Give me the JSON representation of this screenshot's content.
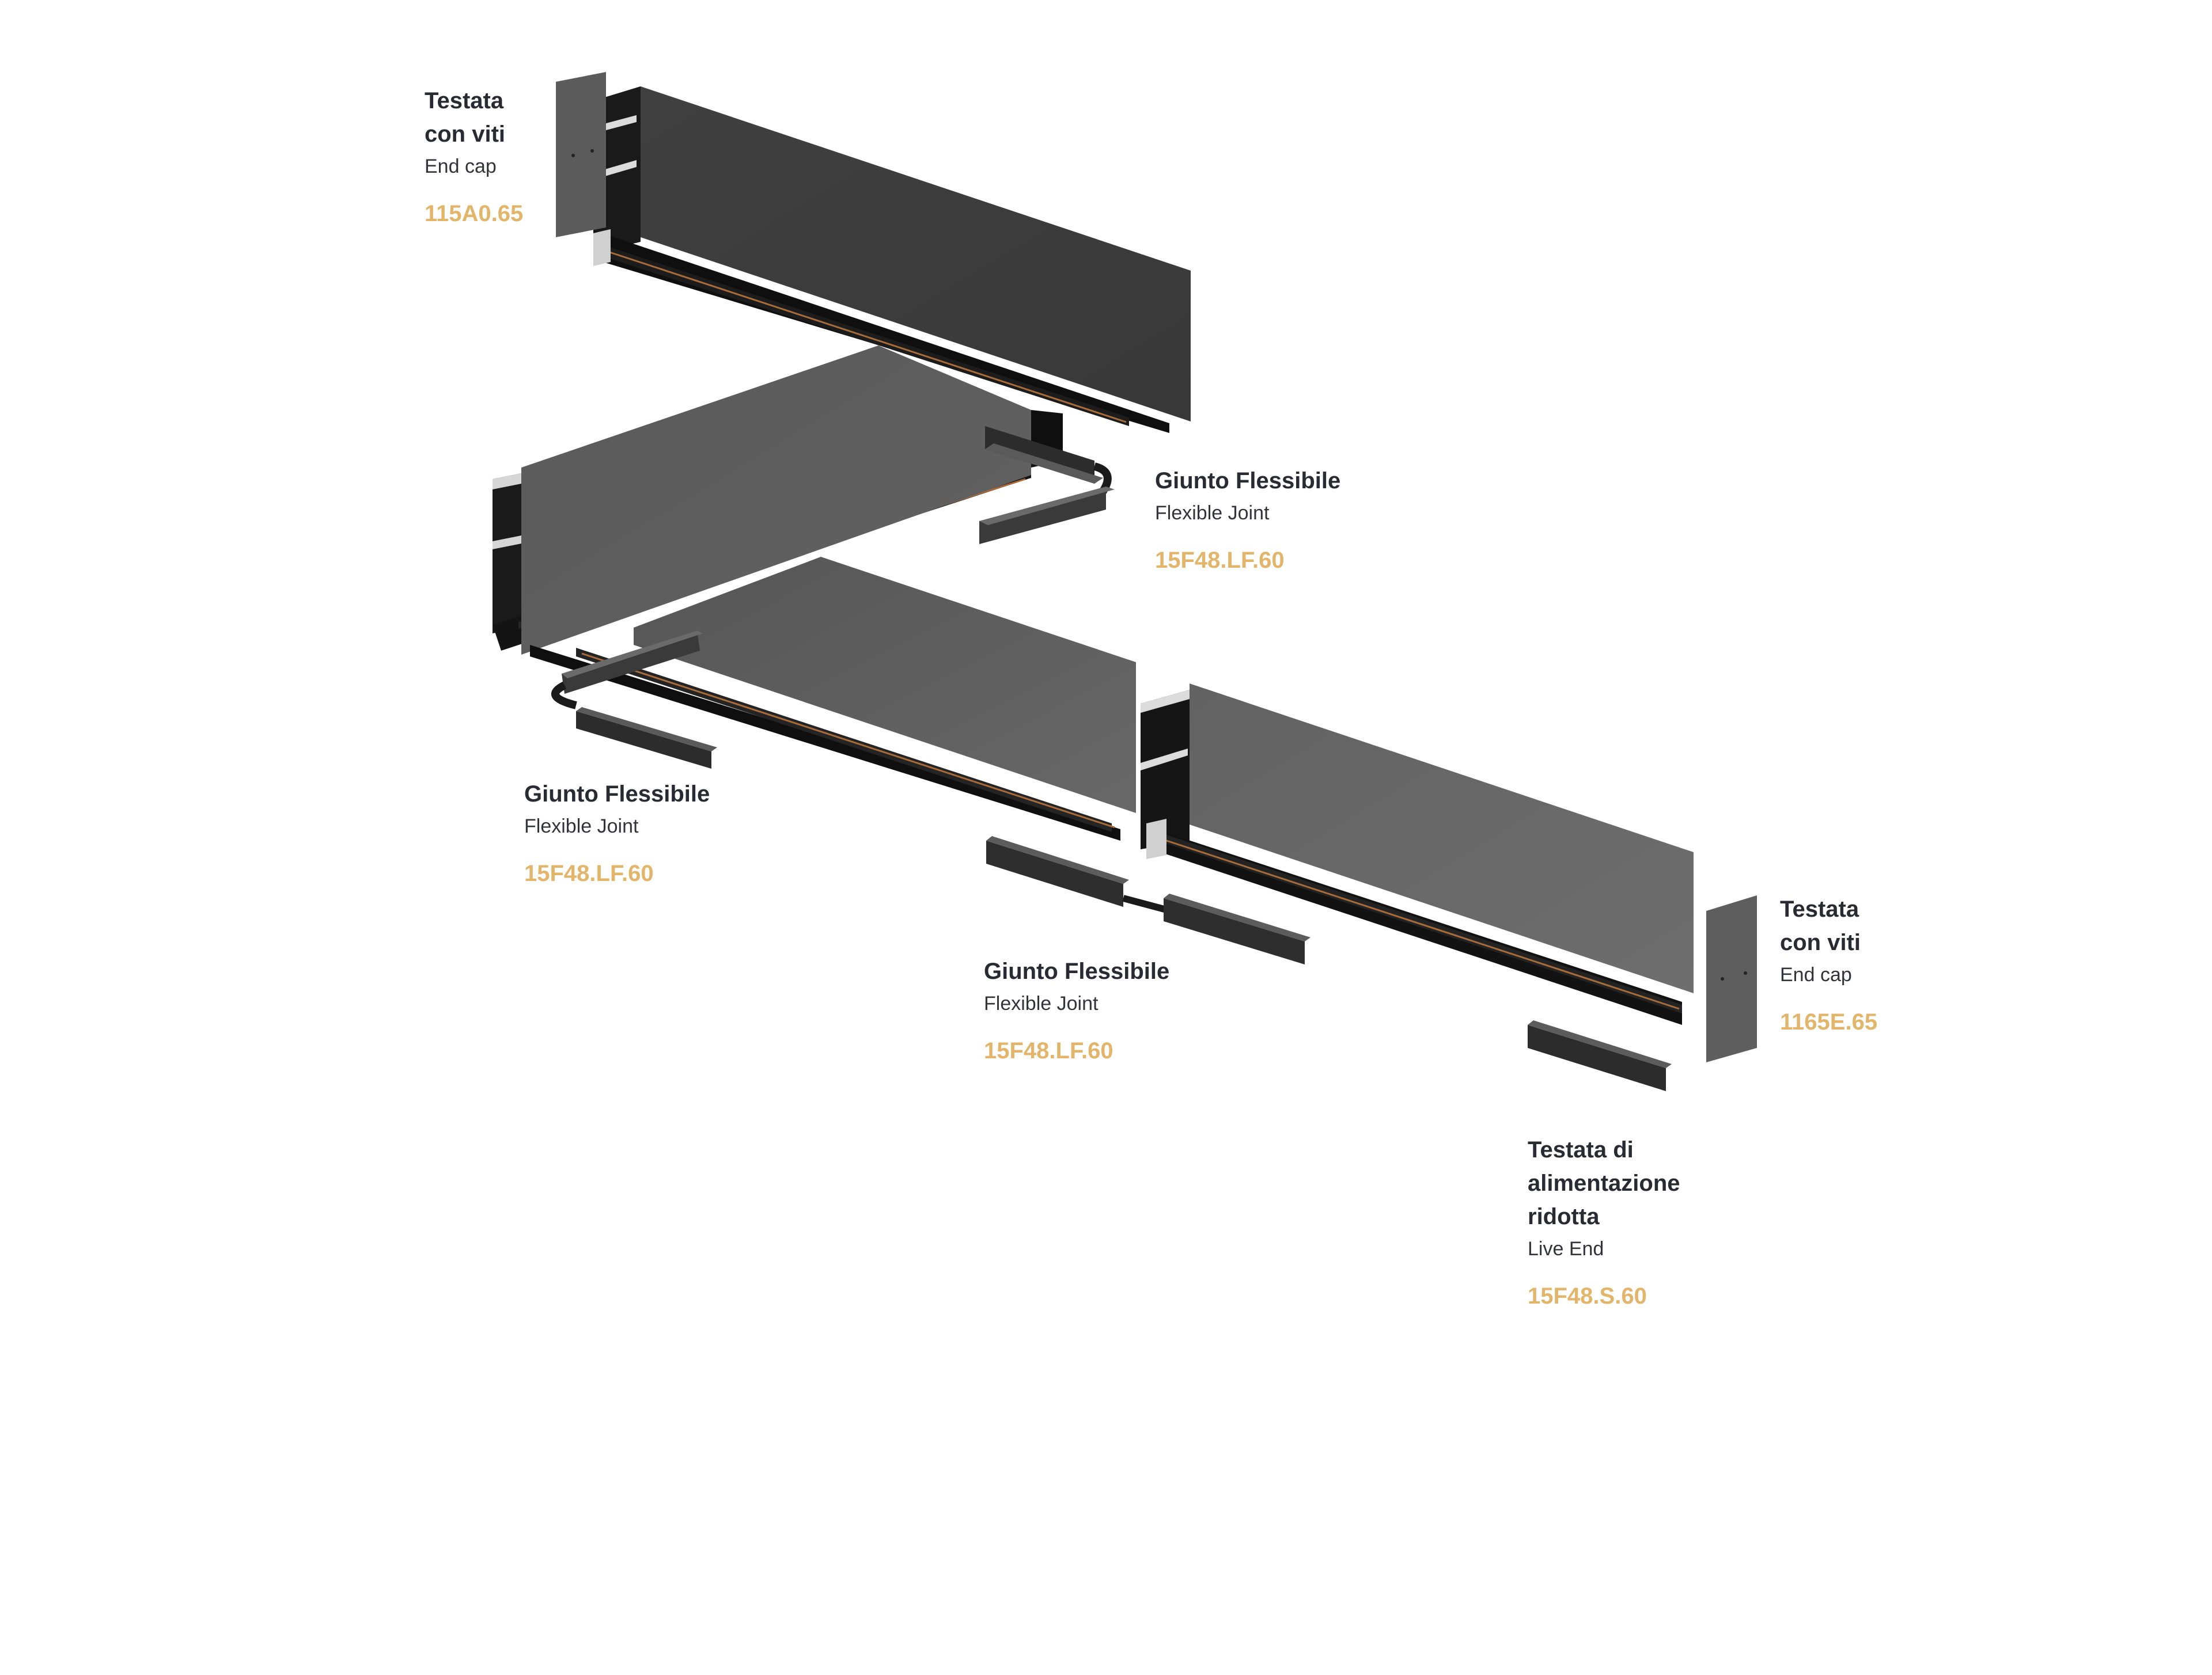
{
  "colors": {
    "background": "#ffffff",
    "code_accent": "#e2b56a",
    "title_text": "#2a2a33",
    "rail_dark": "#3c3c3c",
    "rail_mid": "#5f5f5f",
    "rail_light": "#6b6b6b",
    "rail_channel": "#141414",
    "copper_strip": "#a86c3a",
    "aluminum": "#d8d8d8"
  },
  "labels": [
    {
      "id": "end-cap-top-left",
      "title": "Testata\ncon viti",
      "subtitle": "End cap",
      "code": "115A0.65"
    },
    {
      "id": "flexible-joint-upper-right",
      "title": "Giunto Flessibile",
      "subtitle": "Flexible Joint",
      "code": "15F48.LF.60"
    },
    {
      "id": "flexible-joint-left",
      "title": "Giunto Flessibile",
      "subtitle": "Flexible Joint",
      "code": "15F48.LF.60"
    },
    {
      "id": "flexible-joint-center",
      "title": "Giunto Flessibile",
      "subtitle": "Flexible Joint",
      "code": "15F48.LF.60"
    },
    {
      "id": "end-cap-right",
      "title": "Testata\ncon viti",
      "subtitle": "End cap",
      "code": "1165E.65"
    },
    {
      "id": "live-end",
      "title": "Testata di\nalimentazione\nridotta",
      "subtitle": "Live End",
      "code": "15F48.S.60"
    }
  ]
}
